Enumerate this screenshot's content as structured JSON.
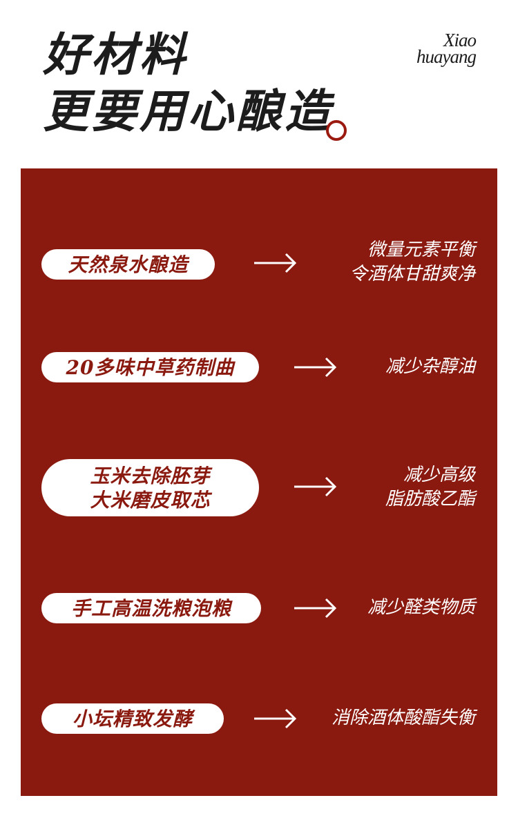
{
  "header": {
    "title_line1": "好材料",
    "title_line2": "更要用心酿造",
    "logo_line1": "Xiao",
    "logo_line2": "huayang"
  },
  "colors": {
    "brand_red": "#8a1a10",
    "text_dark": "#1c1c1c"
  },
  "rows": [
    {
      "process": [
        "天然泉水酿造"
      ],
      "result": [
        "微量元素平衡",
        "令酒体甘甜爽净"
      ]
    },
    {
      "process": [
        "20多味中草药制曲"
      ],
      "result": [
        "减少杂醇油"
      ]
    },
    {
      "process": [
        "玉米去除胚芽",
        "大米磨皮取芯"
      ],
      "result": [
        "减少高级",
        "脂肪酸乙酯"
      ]
    },
    {
      "process": [
        "手工高温洗粮泡粮"
      ],
      "result": [
        "减少醛类物质"
      ]
    },
    {
      "process": [
        "小坛精致发酵"
      ],
      "result": [
        "消除酒体酸酯失衡"
      ]
    }
  ]
}
